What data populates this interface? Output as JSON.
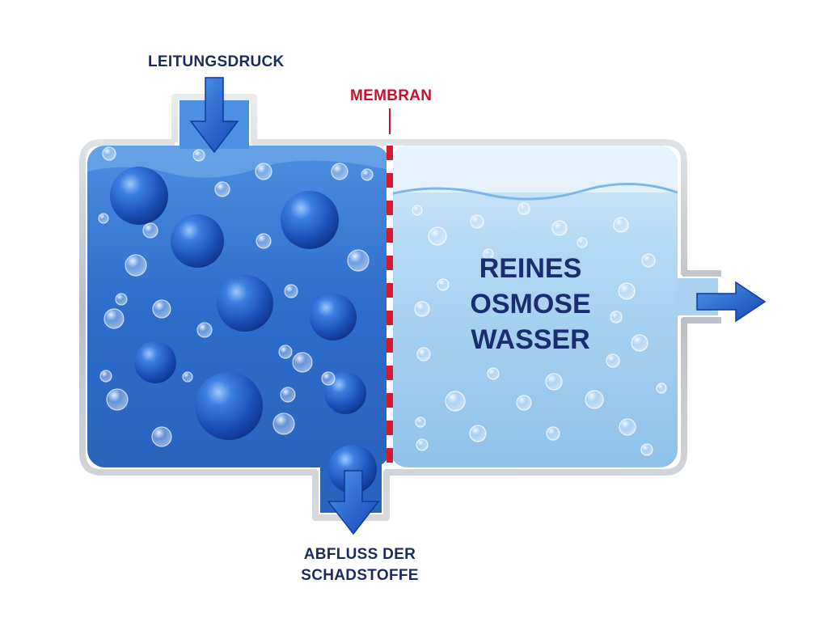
{
  "labels": {
    "inlet": "LEITUNGSDRUCK",
    "membrane": "MEMBRAN",
    "drain": [
      "ABFLUSS DER",
      "SCHADSTOFFE"
    ],
    "pure_water": [
      "REINES",
      "OSMOSE",
      "WASSER"
    ]
  },
  "colors": {
    "dirty_water": "#2f6fd0",
    "pure_water": "#a9d2f0",
    "membrane_dash": "#d7192f",
    "frame": "#c4c9cf",
    "arrow": "#1f5fd0",
    "text_dark": "#1c2a5e",
    "text_membrane": "#c8102e"
  },
  "icons": {
    "inlet_arrow": "arrow-down-icon",
    "drain_arrow": "arrow-down-icon",
    "outlet_arrow": "arrow-right-icon"
  }
}
